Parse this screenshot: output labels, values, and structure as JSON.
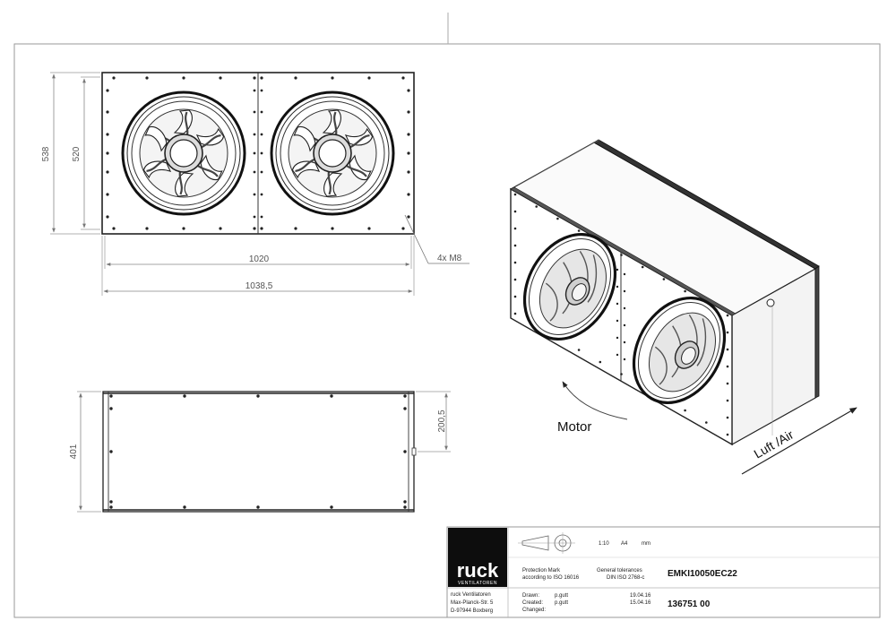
{
  "dimensions": {
    "height_outer": "538",
    "height_inner": "520",
    "width_inner": "1020",
    "width_outer": "1038,5",
    "bolt_note": "4x M8",
    "depth": "401",
    "offset": "200,5"
  },
  "iso_view": {
    "motor_label": "Motor",
    "airflow_label": "Luft /Air"
  },
  "title_block": {
    "logo_text": "ruck",
    "logo_sub": "VENTILATOREN",
    "address": [
      "ruck Ventilatoren",
      "Max-Planck-Str. 5",
      "D-97944 Boxberg"
    ],
    "scale": "1:10",
    "paper": "A4",
    "unit": "mm",
    "protection_mark": [
      "Protection Mark",
      "according to ISO 16016"
    ],
    "tolerances": [
      "General tolerances",
      "DIN ISO  2768-c"
    ],
    "drawn_label": "Drawn:",
    "drawn_by": "p.gutt",
    "drawn_date": "19.04.16",
    "created_label": "Created:",
    "created_by": "p.gutt",
    "created_date": "15.04.16",
    "changed_label": "Changed:",
    "product_code": "EMKI10050EC22",
    "drawing_number": "136751  00"
  }
}
